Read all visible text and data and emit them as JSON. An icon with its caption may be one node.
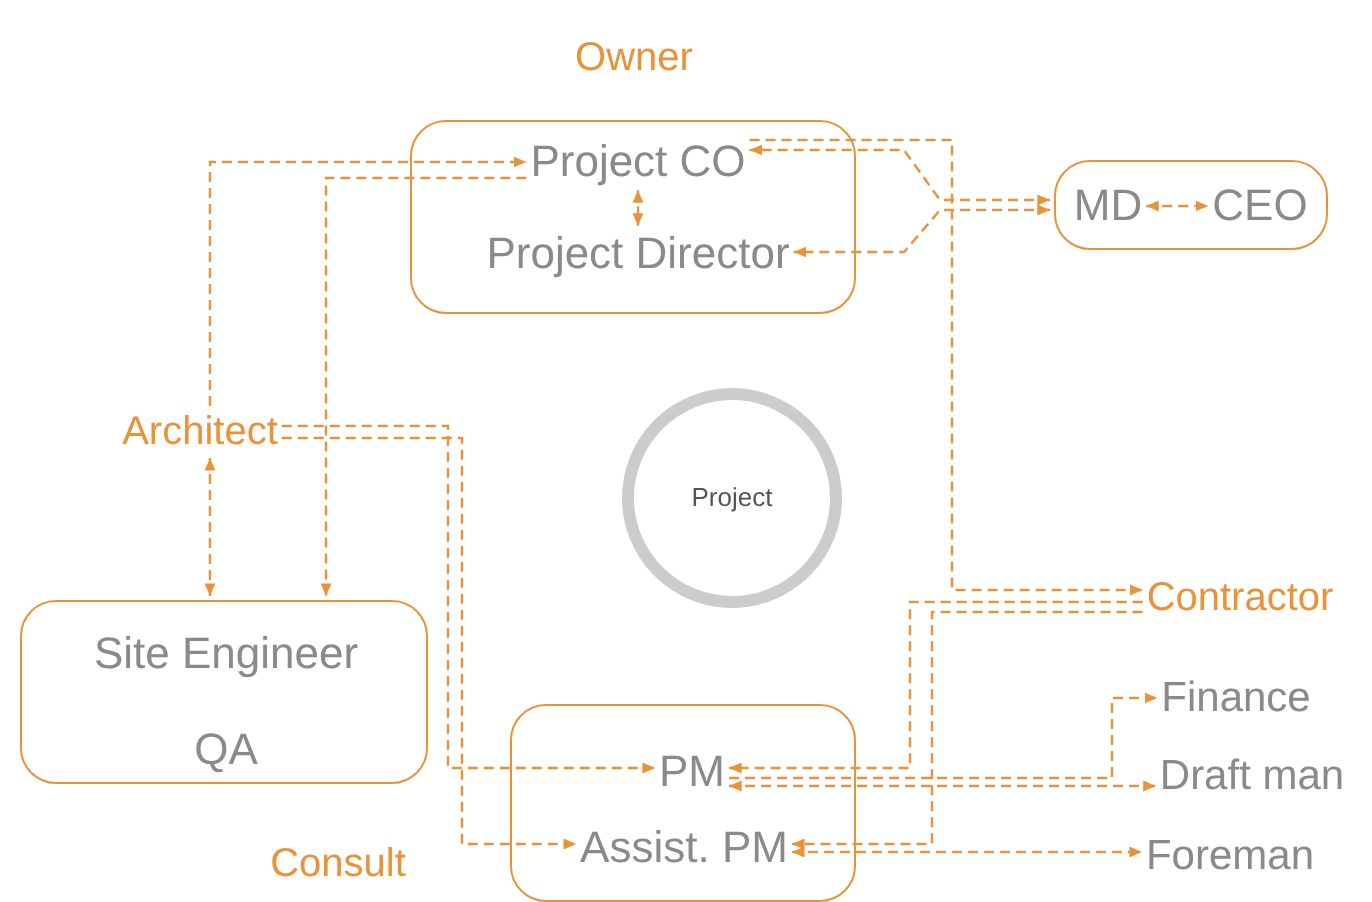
{
  "diagram": {
    "nodes": [
      {
        "text": [
          "Owner"
        ]
      },
      {
        "text": [
          "Project CO"
        ],
        "in": 0
      },
      {
        "text": [
          "Project Director"
        ],
        "in": 0
      },
      {
        "text": [],
        "shape": "box"
      },
      {
        "text": [
          "MD"
        ],
        "in": 3
      },
      {
        "text": [
          "CEO"
        ],
        "in": 3
      },
      {
        "text": [
          "Architect"
        ]
      },
      {
        "text": [
          "Site Engineer",
          "QA"
        ]
      },
      {
        "text": [
          "Project"
        ]
      },
      {
        "text": [
          "Contractor"
        ]
      },
      {
        "text": [
          "Consult"
        ]
      },
      {
        "text": [
          "PM"
        ],
        "in": 10
      },
      {
        "text": [
          "Assist. PM"
        ],
        "in": 10
      },
      {
        "text": [
          "Finance"
        ]
      },
      {
        "text": [
          "Draft man"
        ]
      },
      {
        "text": [
          "Foreman"
        ]
      }
    ],
    "edges": [
      {
        "from": 6,
        "to": 1,
        "arrow": "to",
        "style": "dashed"
      },
      {
        "from": 1,
        "to": 7,
        "arrow": "to",
        "style": "dashed"
      },
      {
        "from": 6,
        "to": 7,
        "arrow": "both",
        "style": "dashed"
      },
      {
        "from": 1,
        "to": 2,
        "arrow": "both",
        "style": "dashed"
      },
      {
        "from": 3,
        "to": 1,
        "arrow": "both",
        "style": "dashed"
      },
      {
        "from": 3,
        "to": 2,
        "arrow": "both",
        "style": "dashed"
      },
      {
        "from": 1,
        "to": 9,
        "arrow": "to",
        "style": "dashed"
      },
      {
        "from": 4,
        "to": 5,
        "arrow": "both",
        "style": "dashed"
      },
      {
        "from": 6,
        "to": 11,
        "arrow": "to",
        "style": "dashed"
      },
      {
        "from": 6,
        "to": 12,
        "arrow": "to",
        "style": "dashed"
      },
      {
        "from": 9,
        "to": 11,
        "arrow": "to",
        "style": "dashed"
      },
      {
        "from": 9,
        "to": 12,
        "arrow": "to",
        "style": "dashed"
      },
      {
        "from": 11,
        "to": 13,
        "arrow": "to",
        "style": "dashed"
      },
      {
        "from": 11,
        "to": 14,
        "arrow": "both",
        "style": "dashed"
      },
      {
        "from": 12,
        "to": 15,
        "arrow": "both",
        "style": "dashed"
      }
    ]
  }
}
